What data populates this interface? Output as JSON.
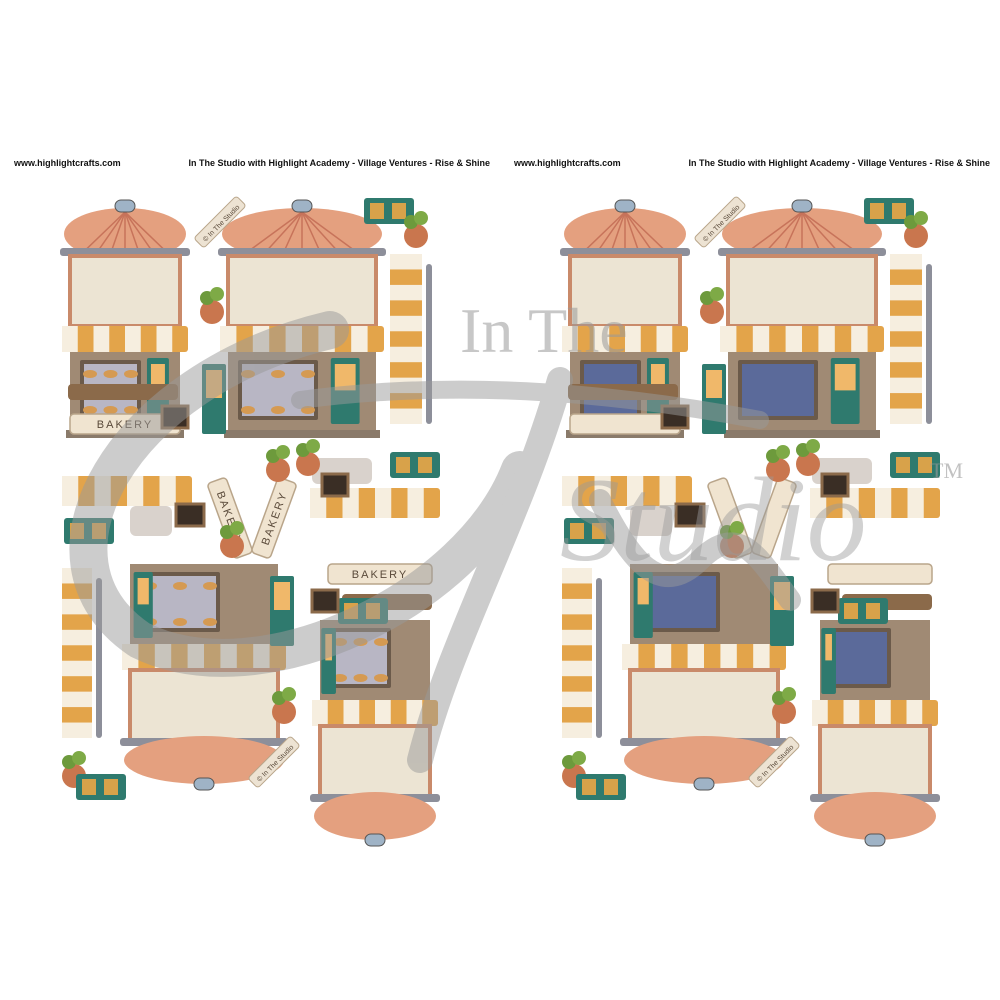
{
  "sheets": [
    {
      "website": "www.highlightcrafts.com",
      "title": "In The Studio with Highlight Academy - Village Ventures - Rise & Shine",
      "variant": "bakery",
      "sign_text": "BAKERY",
      "stamp_text": "© In The Studio"
    },
    {
      "website": "www.highlightcrafts.com",
      "title": "In The Studio with Highlight Academy - Village Ventures - Rise & Shine",
      "variant": "plain",
      "sign_text": "",
      "stamp_text": "© In The Studio"
    }
  ],
  "watermark": {
    "line1": "In The",
    "word": "Studio",
    "mark": "TM"
  },
  "colors": {
    "roof": "#e4a07f",
    "roof_dark": "#c7735a",
    "wall": "#ece4d3",
    "awning": "#e3a44a",
    "stripe": "#f6eedf",
    "green": "#2f7a6e",
    "wood": "#8b6a4a",
    "window_blue": "#5b6a9a",
    "pastry": "#d59a52",
    "watermark": "#9a9a9a"
  }
}
